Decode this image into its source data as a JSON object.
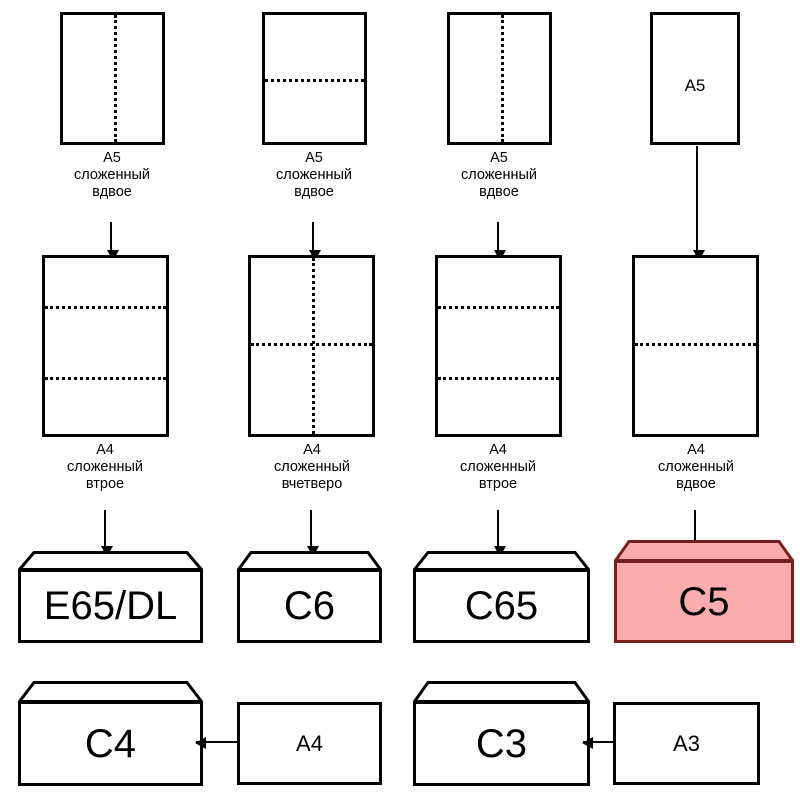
{
  "diagram": {
    "title": "Envelope and paper folding size chart",
    "language": "ru",
    "colors": {
      "background": "#ffffff",
      "line": "#000000",
      "highlight_fill": "#FBACAC",
      "highlight_stroke": "#7a1f1f"
    }
  },
  "columns": [
    {
      "id": "col-1",
      "top": {
        "label": "",
        "caption": "A5\nсложенный\nвдвое",
        "folds": "vertical-center"
      },
      "middle": {
        "label": "",
        "caption": "A4\nсложенный\nвтрое",
        "folds": "two-horizontal"
      },
      "envelope": {
        "name": "E65/DL",
        "highlighted": false
      }
    },
    {
      "id": "col-2",
      "top": {
        "label": "",
        "caption": "A5\nсложенный\nвдвое",
        "folds": "horizontal-center"
      },
      "middle": {
        "label": "",
        "caption": "A4\nсложенный\nвчетверо",
        "folds": "cross"
      },
      "envelope": {
        "name": "C6",
        "highlighted": false
      }
    },
    {
      "id": "col-3",
      "top": {
        "label": "",
        "caption": "A5\nсложенный\nвдвое",
        "folds": "vertical-center"
      },
      "middle": {
        "label": "",
        "caption": "A4\nсложенный\nвтрое",
        "folds": "two-horizontal"
      },
      "envelope": {
        "name": "C65",
        "highlighted": false
      }
    },
    {
      "id": "col-4",
      "top": {
        "label": "A5",
        "caption": "",
        "folds": "none"
      },
      "middle": {
        "label": "",
        "caption": "A4\nсложенный\nвдвое",
        "folds": "horizontal-center"
      },
      "envelope": {
        "name": "C5",
        "highlighted": true
      }
    }
  ],
  "bottom_row": [
    {
      "id": "pair-c4",
      "envelope": "C4",
      "sheet": "A4"
    },
    {
      "id": "pair-c3",
      "envelope": "C3",
      "sheet": "A3"
    }
  ]
}
